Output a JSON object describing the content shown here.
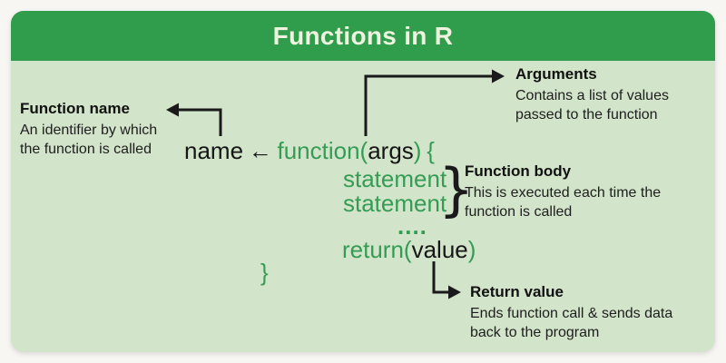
{
  "header": {
    "title": "Functions in R"
  },
  "colors": {
    "page_bg": "#f7f6f3",
    "header_bg": "#2f9d4b",
    "card_bg": "#d2e4c9",
    "title_color": "#edf3de",
    "code_green": "#359c55",
    "text_dark": "#1a1a1a"
  },
  "code": {
    "name": "name",
    "assign": "←",
    "function_keyword": "function(",
    "args": "args",
    "close_paren": ")",
    "open_brace": "{",
    "statement1": "statement",
    "statement2": "statement",
    "dots": "....",
    "return_keyword": "return(",
    "return_value": "value",
    "return_close_paren": ")",
    "closing_brace": "}"
  },
  "annotations": {
    "function_name": {
      "title": "Function name",
      "description": "An identifier by which the function is called"
    },
    "arguments": {
      "title": "Arguments",
      "description": "Contains a list of values passed to the function"
    },
    "function_body": {
      "title": "Function body",
      "description": "This is executed each time the function is called"
    },
    "return_value": {
      "title": "Return value",
      "description": "Ends function call & sends data back to the program"
    }
  }
}
